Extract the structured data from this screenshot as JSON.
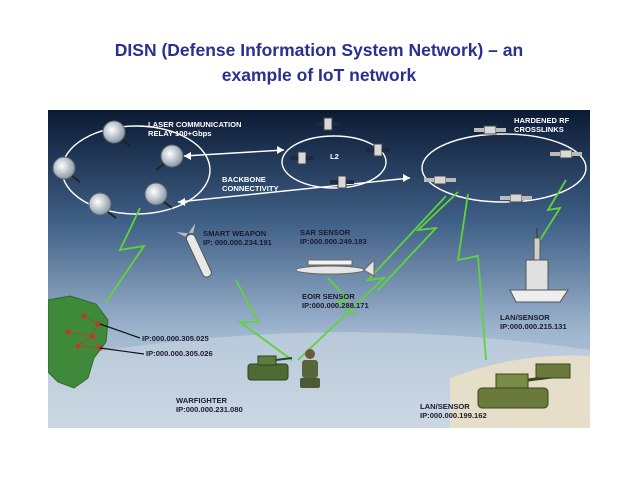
{
  "slide": {
    "title_line1": "DISN (Defense Information System Network) – an",
    "title_line2": "example of IoT network"
  },
  "diagram": {
    "laser_relay": {
      "line1": "LASER COMMUNICATION",
      "line2": "RELAY 100+Gbps"
    },
    "hardened_rf": {
      "line1": "HARDENED RF",
      "line2": "CROSSLINKS"
    },
    "backbone": {
      "line1": "BACKBONE",
      "line2": "CONNECTIVITY"
    },
    "l2_label": "L2",
    "smart_weapon": {
      "name": "SMART WEAPON",
      "ip": "IP: 000.000.234.191"
    },
    "sar_sensor": {
      "name": "SAR SENSOR",
      "ip": "IP:000.000.249.183"
    },
    "eoir_sensor": {
      "name": "EOIR SENSOR",
      "ip": "IP:000.000.288.171"
    },
    "lan_sensor_ship": {
      "name": "LAN/SENSOR",
      "ip": "IP:000.000.215.131"
    },
    "usa_ip_1": "IP:000.000.305.025",
    "usa_ip_2": "IP:000.000.305.026",
    "warfighter": {
      "name": "WARFIGHTER",
      "ip": "IP:000.000.231.080"
    },
    "lan_sensor_tank": {
      "name": "LAN/SENSOR",
      "ip": "IP:000.000.199.162"
    }
  }
}
